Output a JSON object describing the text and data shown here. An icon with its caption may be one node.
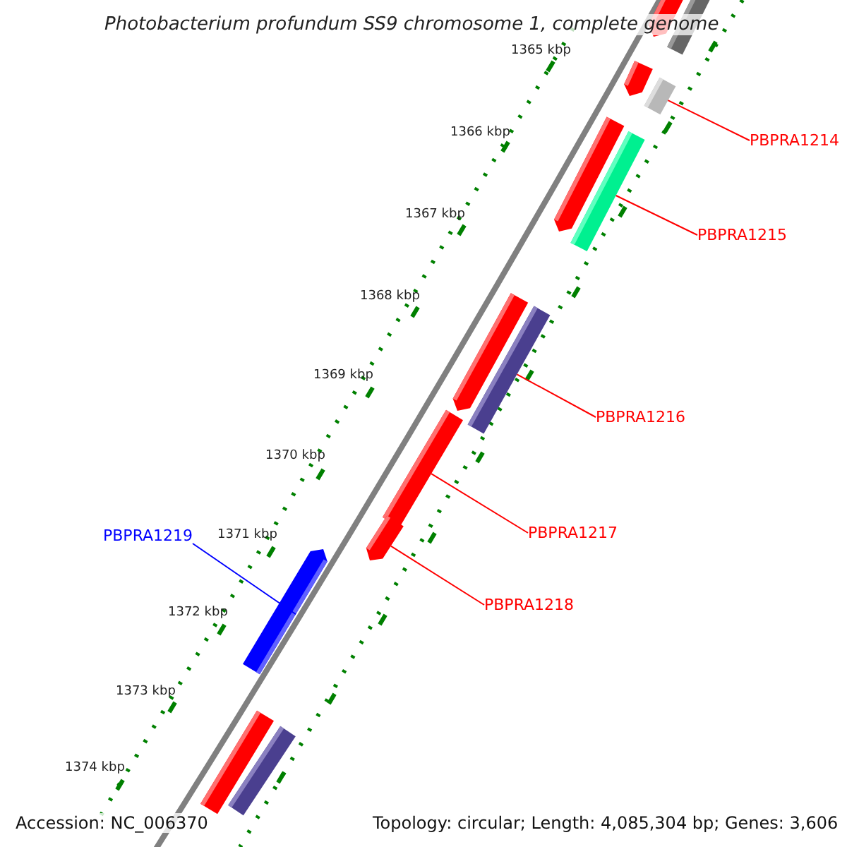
{
  "diagram": {
    "title": "Photobacterium profundum SS9 chromosome 1, complete genome",
    "nodes": [
      {
        "text": [
          "PBPRA1214"
        ]
      },
      {
        "text": [
          "PBPRA1215"
        ]
      },
      {
        "text": [
          "PBPRA1216"
        ]
      },
      {
        "text": [
          "PBPRA1217"
        ]
      },
      {
        "text": [
          "PBPRA1219"
        ]
      },
      {
        "text": [
          "PBPRA1218"
        ]
      },
      {
        "text": [],
        "shape": "bar"
      },
      {
        "text": [],
        "shape": "bar"
      },
      {
        "text": [],
        "shape": "bar"
      },
      {
        "text": [],
        "shape": "bar"
      },
      {
        "text": [],
        "shape": "bar"
      },
      {
        "text": [],
        "shape": "bar"
      },
      {
        "text": [],
        "shape": "bar"
      },
      {
        "text": [],
        "shape": "bar"
      },
      {
        "text": [],
        "shape": "bar"
      },
      {
        "text": [],
        "shape": "bar"
      },
      {
        "text": [],
        "shape": "bar"
      },
      {
        "text": [],
        "shape": "bar"
      },
      {
        "text": [],
        "shape": "bar"
      }
    ],
    "edges": [
      {
        "from": 0,
        "to": 9,
        "arrow": "none"
      },
      {
        "from": 1,
        "to": 11,
        "arrow": "none"
      },
      {
        "from": 2,
        "to": 13,
        "arrow": "none"
      },
      {
        "from": 3,
        "to": 14,
        "arrow": "none"
      },
      {
        "from": 4,
        "to": 16,
        "arrow": "none",
        "color": "#0000ff"
      },
      {
        "from": 5,
        "to": 15,
        "arrow": "none"
      }
    ],
    "labels": [
      "1365 kbp",
      "1366 kbp",
      "1367 kbp",
      "1368 kbp",
      "1369 kbp",
      "1370 kbp",
      "1371 kbp",
      "1372 kbp",
      "1373 kbp",
      "1374 kbp",
      "Accession: NC_006370",
      "Topology: circular; Length: 4,085,304 bp; Genes: 3,606"
    ]
  }
}
